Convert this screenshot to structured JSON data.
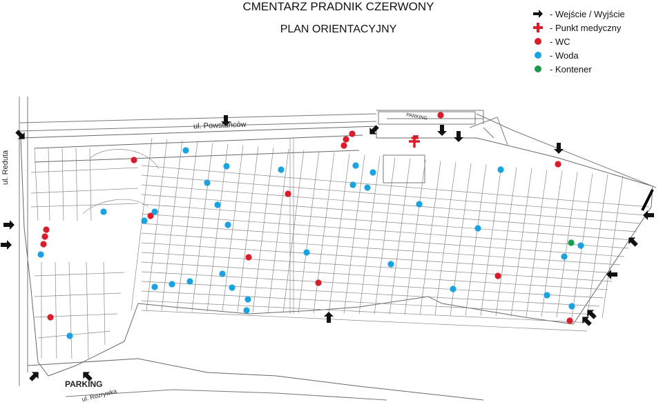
{
  "title": {
    "line1": "CMENTARZ PRADNIK CZERWONY",
    "line2": "PLAN ORIENTACYJNY"
  },
  "legend": [
    {
      "symbol": "arrow-icon",
      "label": "- Wejście / Wyjście",
      "color": "#111111"
    },
    {
      "symbol": "medical-cross-icon",
      "label": "- Punkt medyczny",
      "color": "#d81e2a"
    },
    {
      "symbol": "dot",
      "label": "- WC",
      "color": "#d81e2a"
    },
    {
      "symbol": "dot",
      "label": "- Woda",
      "color": "#1aa3e0"
    },
    {
      "symbol": "dot",
      "label": "- Kontener",
      "color": "#1a9c4c"
    }
  ],
  "streets": {
    "powstancow": "ul. Powstańców",
    "redutta": "ul. Reduta",
    "rozrywka": "ul. Rozrywka"
  },
  "parking": {
    "top": "PARKING",
    "bottom": "PARKING"
  },
  "colors": {
    "wc": "#d81e2a",
    "water": "#1aa3e0",
    "container": "#1a9c4c",
    "medical": "#d81e2a",
    "line": "#555555"
  }
}
